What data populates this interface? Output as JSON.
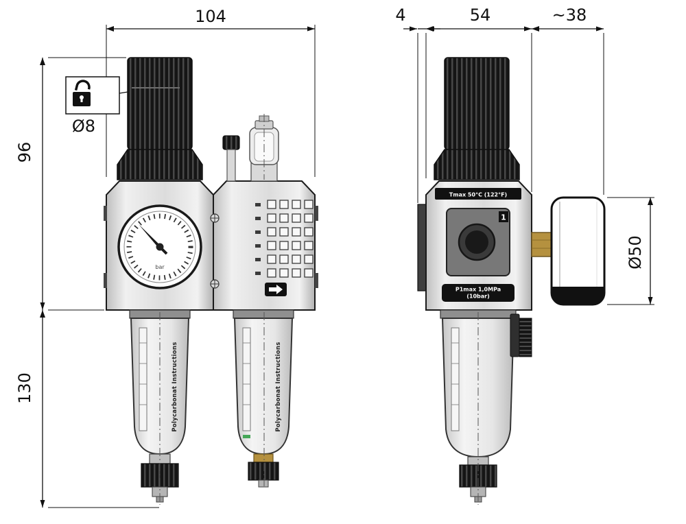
{
  "colors": {
    "brass": "#b5913f",
    "indicator_green": "#46a758"
  },
  "front_view": {
    "dim_width": "104",
    "dim_height_upper": "96",
    "dim_height_lower": "130",
    "knob_note": "Ø8",
    "gauge_unit": "bar",
    "bowl_label_left": "Polycarbonat Instructions",
    "bowl_label_right": "Polycarbonat Instructions"
  },
  "side_view": {
    "dim_bracket_thickness": "4",
    "dim_body_width": "54",
    "dim_gauge_offset": "~38",
    "dim_gauge_diameter": "Ø50",
    "tmax_label": "Tmax 50°C (122°F)",
    "pmax_label_line1": "P1max 1,0MPa",
    "pmax_label_line2": "(10bar)",
    "port_number": "1"
  }
}
